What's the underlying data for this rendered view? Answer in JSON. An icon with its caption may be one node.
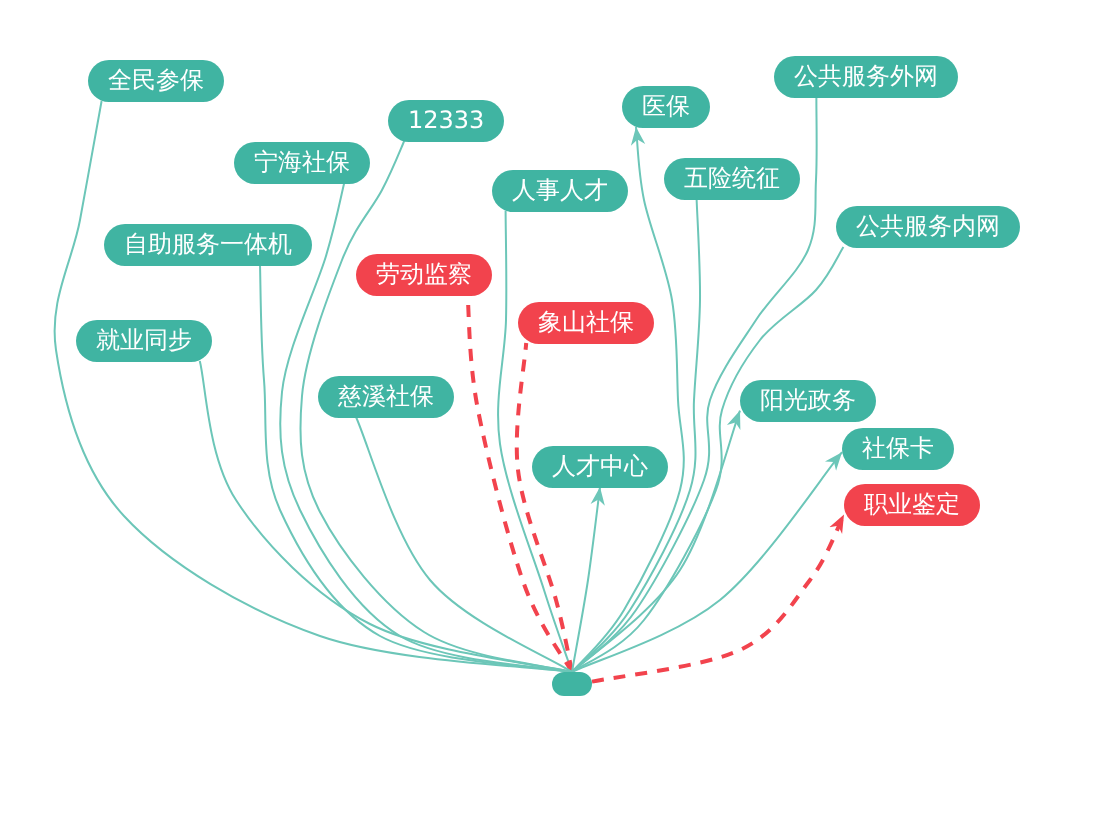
{
  "diagram": {
    "nodes": [
      {
        "text": [
          "全民参保"
        ]
      },
      {
        "text": [
          "公共服务外网"
        ]
      },
      {
        "text": [
          "医保"
        ]
      },
      {
        "text": [
          "12333"
        ]
      },
      {
        "text": [
          "宁海社保"
        ]
      },
      {
        "text": [
          "五险统征"
        ]
      },
      {
        "text": [
          "人事人才"
        ]
      },
      {
        "text": [
          "自助服务一体机"
        ]
      },
      {
        "text": [
          "公共服务内网"
        ]
      },
      {
        "text": [
          "劳动监察"
        ]
      },
      {
        "text": [
          "象山社保"
        ]
      },
      {
        "text": [
          "就业同步"
        ]
      },
      {
        "text": [
          "慈溪社保"
        ]
      },
      {
        "text": [
          "阳光政务"
        ]
      },
      {
        "text": [
          "社保卡"
        ]
      },
      {
        "text": [
          "人才中心"
        ]
      },
      {
        "text": [
          "职业鉴定"
        ]
      },
      {
        "text": [],
        "shape": "box"
      }
    ],
    "edges": [
      {
        "from": 17,
        "to": 0,
        "arrow": "none"
      },
      {
        "from": 17,
        "to": 1,
        "arrow": "none"
      },
      {
        "from": 17,
        "to": 2,
        "arrow": "to"
      },
      {
        "from": 17,
        "to": 3,
        "arrow": "none"
      },
      {
        "from": 17,
        "to": 4,
        "arrow": "none"
      },
      {
        "from": 17,
        "to": 5,
        "arrow": "none"
      },
      {
        "from": 17,
        "to": 6,
        "arrow": "none"
      },
      {
        "from": 17,
        "to": 7,
        "arrow": "none"
      },
      {
        "from": 17,
        "to": 8,
        "arrow": "none"
      },
      {
        "from": 17,
        "to": 9,
        "arrow": "none",
        "style": "dashed",
        "color": "#f2434d"
      },
      {
        "from": 17,
        "to": 10,
        "arrow": "none",
        "style": "dashed",
        "color": "#f2434d"
      },
      {
        "from": 17,
        "to": 11,
        "arrow": "none"
      },
      {
        "from": 17,
        "to": 12,
        "arrow": "none"
      },
      {
        "from": 17,
        "to": 13,
        "arrow": "to"
      },
      {
        "from": 17,
        "to": 14,
        "arrow": "to"
      },
      {
        "from": 17,
        "to": 15,
        "arrow": "to"
      },
      {
        "from": 17,
        "to": 16,
        "arrow": "to",
        "style": "dashed",
        "color": "#f2434d"
      }
    ]
  }
}
